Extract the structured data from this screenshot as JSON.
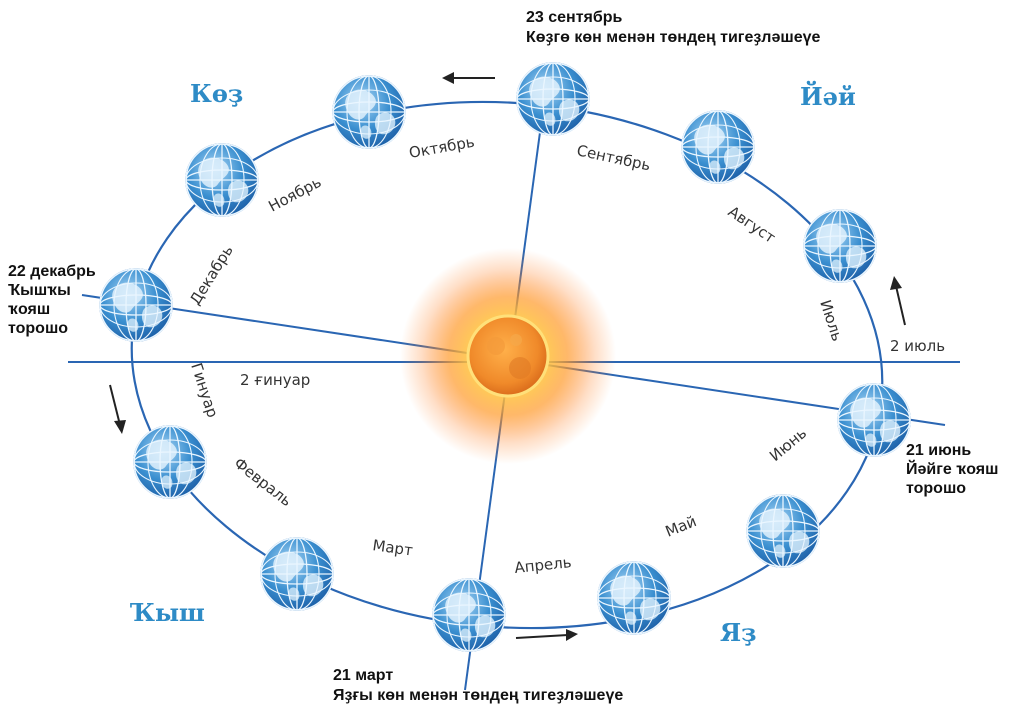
{
  "colors": {
    "orbit": "#2a66b3",
    "season_text": "#2e8bc6",
    "sun_core": "#ffb23a",
    "sun_glow": "#ff7a1a",
    "globe_ocean": "#2f7fc7",
    "globe_land": "#dff0fb"
  },
  "seasons": {
    "autumn": "Көҙ",
    "summer": "Йәй",
    "winter": "Ҡыш",
    "spring": "Яҙ"
  },
  "months": {
    "october": "Октябрь",
    "november": "Ноябрь",
    "december": "Декабрь",
    "september": "Сентябрь",
    "august": "Август",
    "july": "Июль",
    "january": "Гинуар",
    "february": "Февраль",
    "march": "Март",
    "april": "Апрель",
    "may": "Май",
    "june": "Июнь"
  },
  "dates": {
    "perihelion": "2 ғинуар",
    "aphelion": "2 июль"
  },
  "events": {
    "autumn_equinox": {
      "date": "23 сентябрь",
      "text": "Көҙгө көн менән төндең тигеҙләшеүе"
    },
    "winter_solstice": {
      "line1": "22 декабрь",
      "line2": "Ҡышҡы",
      "line3": "ҡояш",
      "line4": "торошо"
    },
    "summer_solstice": {
      "line1": "21 июнь",
      "line2": "Йәйге ҡояш",
      "line3": "торошо"
    },
    "spring_equinox": {
      "date": "21 март",
      "text": "Яҙғы көн менән төндең тигеҙләшеүе"
    }
  },
  "icons": {
    "globe": "earth-globe-icon",
    "sun": "sun-icon",
    "arrow": "direction-arrow-icon"
  }
}
